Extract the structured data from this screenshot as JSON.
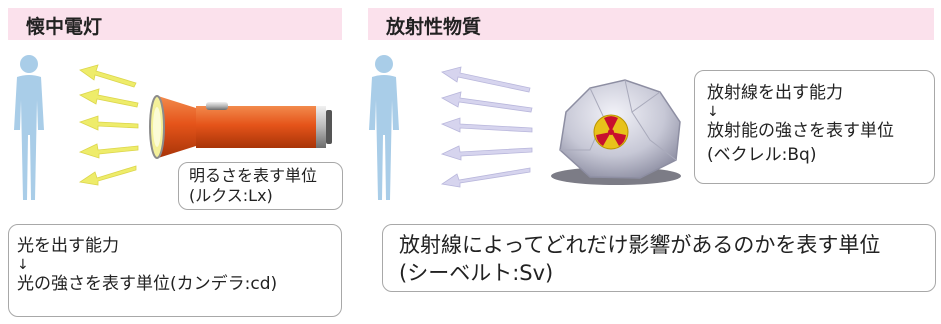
{
  "flashlight_section": {
    "title": "懐中電灯",
    "unit_box": {
      "line1": "明るさを表す単位",
      "line2": "(ルクス:Lx)"
    },
    "ability_box": {
      "line1": "光を出す能力",
      "arrow": "↓",
      "line2": "光の強さを表す単位(カンデラ:cd)"
    }
  },
  "radioactive_section": {
    "title": "放射性物質",
    "unit_box": {
      "line1": "放射線を出す能力",
      "arrow": "↓",
      "line2": "放射能の強さを表す単位",
      "line3": "(ベクレル:Bq)"
    },
    "effect_box": {
      "line1": "放射線によってどれだけ影響があるのかを表す単位",
      "line2": "(シーベルト:Sv)"
    }
  },
  "colors": {
    "header_bg": "#fbe1ec",
    "person": "#a9cde8",
    "light_arrow": "#eeec6a",
    "radiation_arrow": "#d6d4ee",
    "flashlight_body": "#e5541a",
    "rock": "#cfd0dc",
    "radiation_symbol": "#e8c21a"
  }
}
